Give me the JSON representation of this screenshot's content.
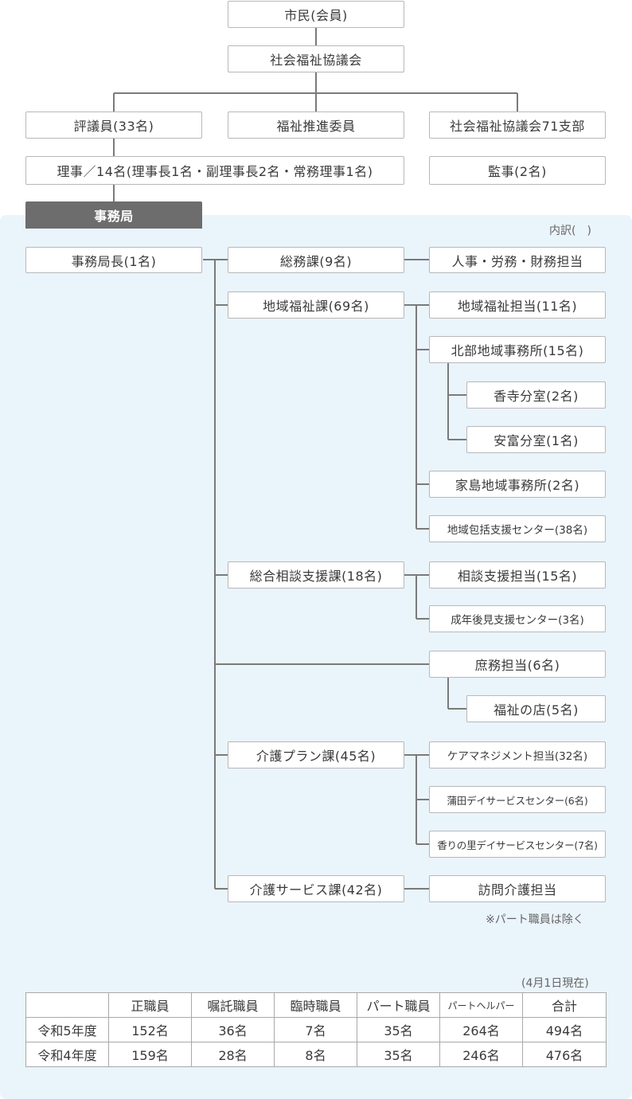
{
  "org": {
    "citizens": "市民(会員)",
    "council": "社会福祉協議会",
    "councilors": "評議員(33名)",
    "promoters": "福祉推進委員",
    "branches": "社会福祉協議会71支部",
    "directors": "理事／14名(理事長1名・副理事長2名・常務理事1名)",
    "auditors": "監事(2名)",
    "secretariat": "事務局",
    "breakdown_note": "内訳(　)",
    "secretariat_head": "事務局長(1名)",
    "general_affairs": "総務課(9名)",
    "personnel": "人事・労務・財務担当",
    "community_welfare": "地域福祉課(69名)",
    "community_welfare_staff": "地域福祉担当(11名)",
    "north_office": "北部地域事務所(15名)",
    "koudera_office": "香寺分室(2名)",
    "yasutomi_office": "安富分室(1名)",
    "ieshima_office": "家島地域事務所(2名)",
    "comprehensive_center": "地域包括支援センター(38名)",
    "consultation": "総合相談支援課(18名)",
    "consultation_staff": "相談支援担当(15名)",
    "guardianship_center": "成年後見支援センター(3名)",
    "admin_affairs": "庶務担当(6名)",
    "welfare_shop": "福祉の店(5名)",
    "care_plan": "介護プラン課(45名)",
    "care_management": "ケアマネジメント担当(32名)",
    "kamada_day": "蒲田デイサービスセンター(6名)",
    "kaorinosato_day": "香りの里デイサービスセンター(7名)",
    "care_service": "介護サービス課(42名)",
    "home_care": "訪問介護担当",
    "part_note": "※パート職員は除く"
  },
  "table": {
    "date_note": "(4月1日現在)",
    "headers": [
      "",
      "正職員",
      "嘱託職員",
      "臨時職員",
      "パート職員",
      "パートヘルパー",
      "合計"
    ],
    "rows": [
      [
        "令和5年度",
        "152名",
        "36名",
        "7名",
        "35名",
        "264名",
        "494名"
      ],
      [
        "令和4年度",
        "159名",
        "28名",
        "8名",
        "35名",
        "246名",
        "476名"
      ]
    ]
  },
  "colors": {
    "panel": "#eaf4fb",
    "line": "#7a7a7a",
    "header_box": "#6d6d6d",
    "box_border": "#b8b8b8"
  }
}
